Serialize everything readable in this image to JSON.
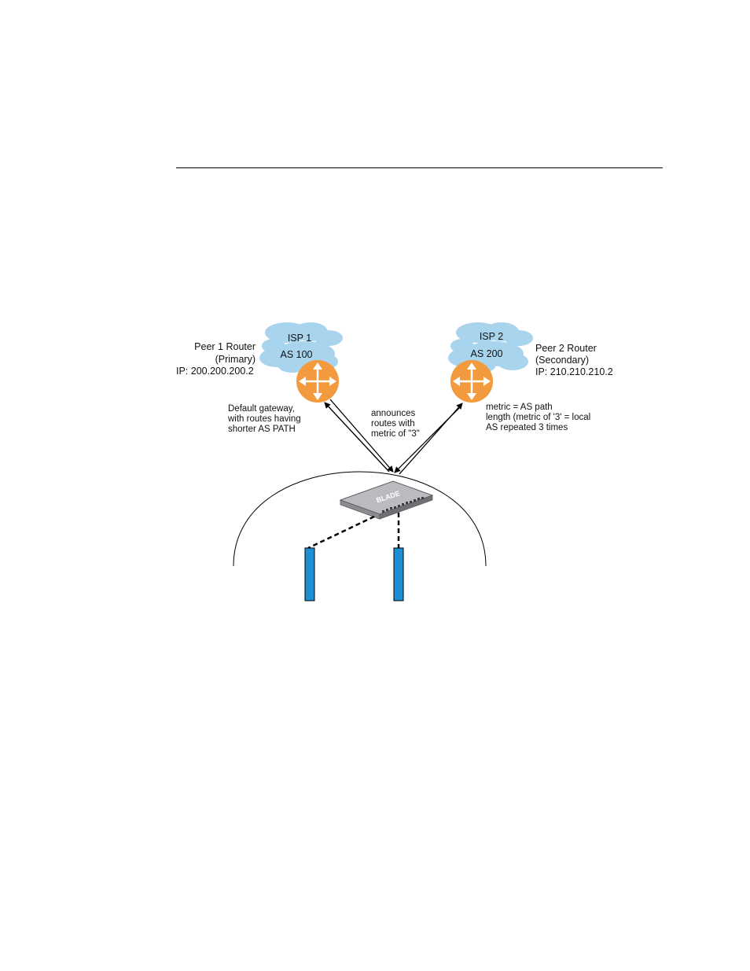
{
  "isp1": {
    "name": "ISP 1",
    "as": "AS 100"
  },
  "isp2": {
    "name": "ISP 2",
    "as": "AS 200"
  },
  "peer1": {
    "title": "Peer 1 Router",
    "role": "(Primary)",
    "ip": "IP: 200.200.200.2"
  },
  "peer2": {
    "title": "Peer 2 Router",
    "role": "(Secondary)",
    "ip": "IP: 210.210.210.2"
  },
  "notes": {
    "gateway": [
      "Default gateway,",
      "with routes having",
      "shorter AS PATH"
    ],
    "announce": [
      "announces",
      "routes with",
      "metric of \"3\""
    ],
    "metric": [
      "metric = AS path",
      "length (metric of '3' = local",
      "AS repeated 3 times"
    ]
  },
  "switch": {
    "logo": "BLADE"
  },
  "colors": {
    "cloud": "#a9d4ee",
    "router": "#f29a3d",
    "server": "#1f8fd3"
  }
}
